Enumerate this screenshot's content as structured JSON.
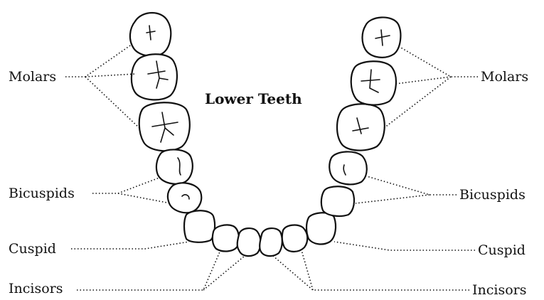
{
  "diagram": {
    "title": "Lower Teeth",
    "labels": {
      "molars_left": "Molars",
      "molars_right": "Molars",
      "bicuspids_left": "Bicuspids",
      "bicuspids_right": "Bicuspids",
      "cuspid_left": "Cuspid",
      "cuspid_right": "Cuspid",
      "incisors_left": "Incisors",
      "incisors_right": "Incisors"
    }
  }
}
